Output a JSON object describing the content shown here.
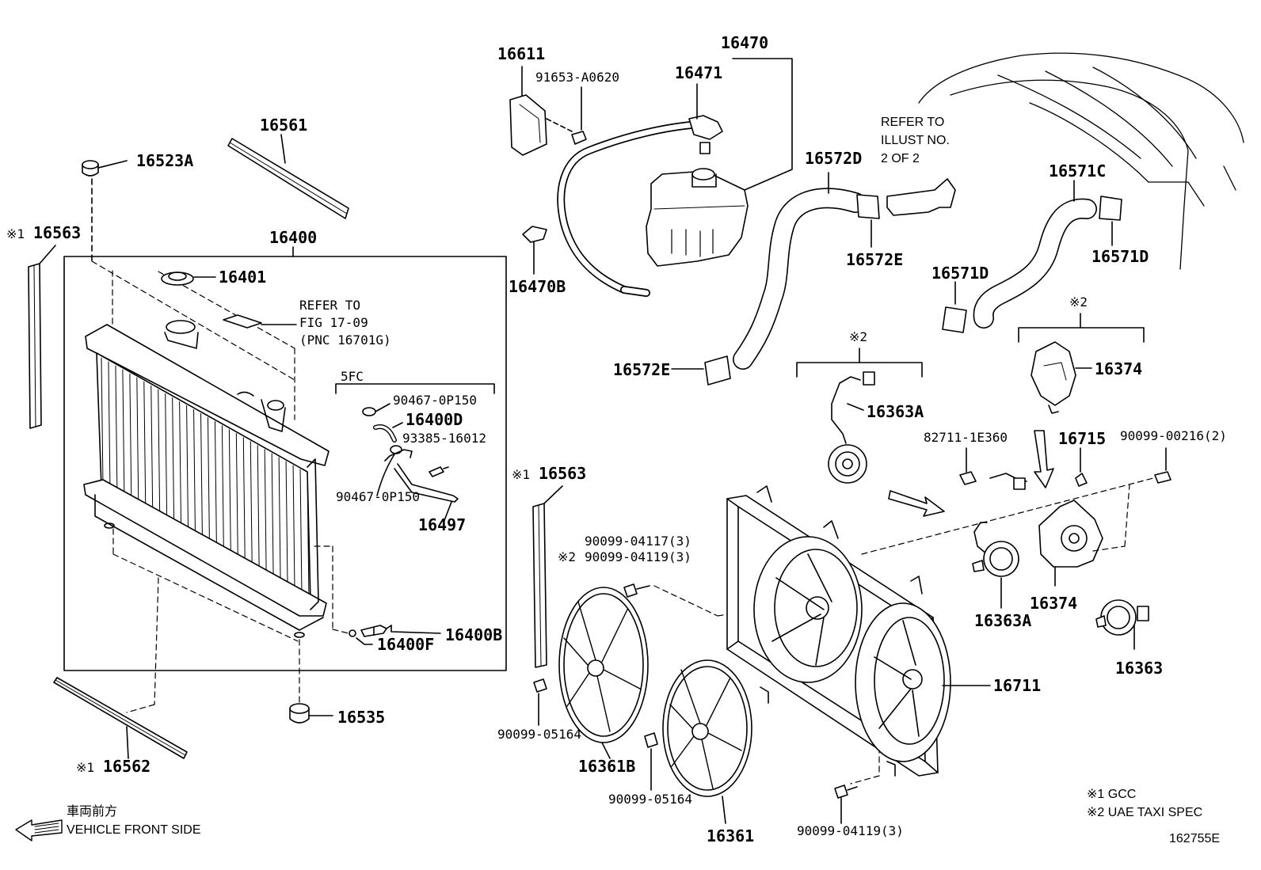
{
  "parts": {
    "p16611": "16611",
    "p91653": "91653-A0620",
    "p16470": "16470",
    "p16471": "16471",
    "p16561": "16561",
    "p16523A": "16523A",
    "p16563_left": "16563",
    "p16400": "16400",
    "p16401": "16401",
    "p16470B": "16470B",
    "p16572D": "16572D",
    "p16572E_top": "16572E",
    "p16572E_low": "16572E",
    "p16571C": "16571C",
    "p16571D_right": "16571D",
    "p16571D_left": "16571D",
    "p16374_top": "16374",
    "p16363A_top": "16363A",
    "p82711": "82711-1E360",
    "p16715": "16715",
    "p90099_00216": "90099-00216(2)",
    "p90467_a": "90467-0P150",
    "p16400D": "16400D",
    "p93385": "93385-16012",
    "p90467_b": "90467-0P150",
    "p16497": "16497",
    "p16400F": "16400F",
    "p16400B": "16400B",
    "p16535": "16535",
    "p16562": "16562",
    "p16563_mid": "16563",
    "p90099_04117": "90099-04117(3)",
    "p90099_04119_top": "90099-04119(3)",
    "p90099_05164_a": "90099-05164",
    "p16361B": "16361B",
    "p90099_05164_b": "90099-05164",
    "p16361": "16361",
    "p90099_04119_bot": "90099-04119(3)",
    "p16711": "16711",
    "p16363A_bot": "16363A",
    "p16374_bot": "16374",
    "p16363": "16363"
  },
  "marks": {
    "note1": "※1",
    "note2": "※2"
  },
  "refs": {
    "refer_fig_1": "REFER TO",
    "refer_fig_2": "FIG 17-09",
    "refer_fig_3": "(PNC 16701G)",
    "refer_illust_1": "REFER TO",
    "refer_illust_2": "ILLUST NO.",
    "refer_illust_3": "2 OF 2",
    "fc_label": "5FC"
  },
  "legend": {
    "gcc": "※1 GCC",
    "uae": "※2 UAE TAXI SPEC",
    "front_jp": "車両前方",
    "front_en": "VEHICLE FRONT SIDE",
    "diagram_no": "162755E"
  },
  "colors": {
    "ink": "#000000",
    "paper": "#ffffff"
  }
}
